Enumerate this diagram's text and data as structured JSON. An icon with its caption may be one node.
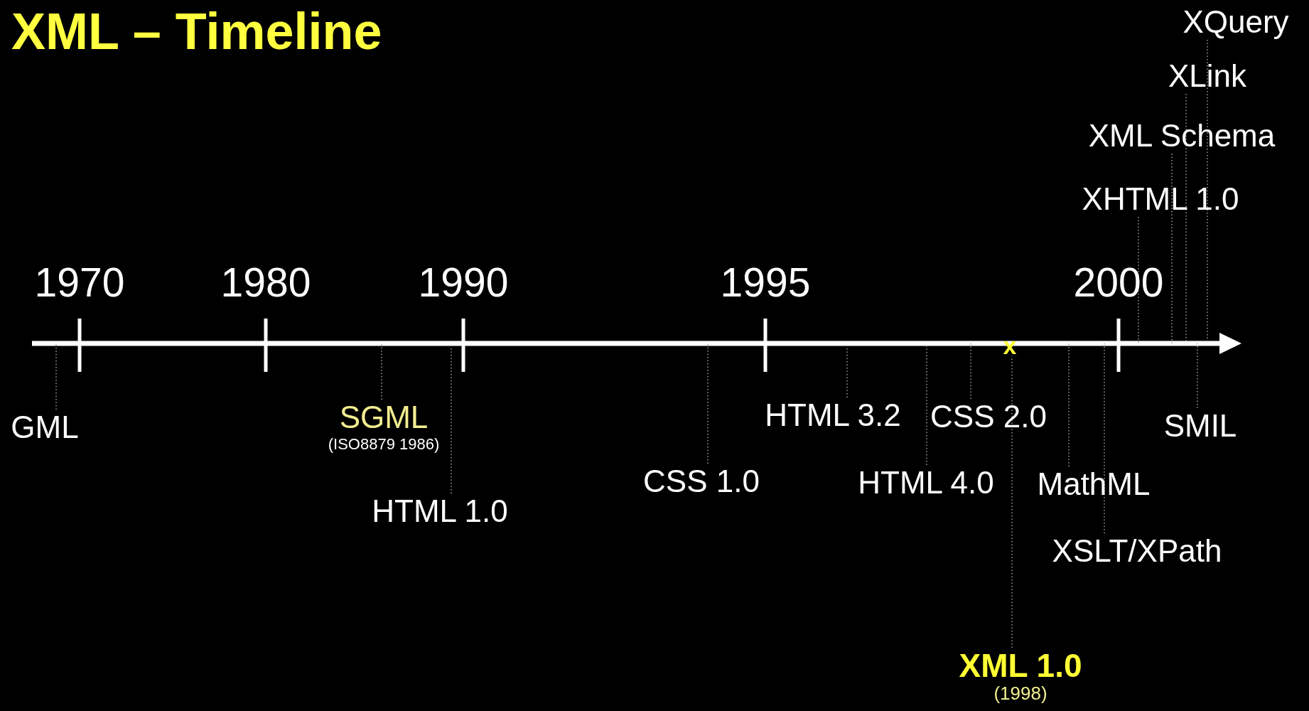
{
  "diagram": {
    "title": "XML – Timeline",
    "nodes": [
      {
        "text": [
          "GML"
        ]
      },
      {
        "text": [
          "SGML",
          "(ISO8879 1986)"
        ]
      },
      {
        "text": [
          "HTML 1.0"
        ]
      },
      {
        "text": [
          "CSS 1.0"
        ]
      },
      {
        "text": [
          "HTML 3.2"
        ]
      },
      {
        "text": [
          "HTML 4.0"
        ]
      },
      {
        "text": [
          "CSS 2.0"
        ]
      },
      {
        "text": [
          "x"
        ]
      },
      {
        "text": [
          "XML 1.0",
          "(1998)"
        ]
      },
      {
        "text": [
          "MathML"
        ]
      },
      {
        "text": [
          "XSLT/XPath"
        ]
      },
      {
        "text": [
          "XHTML 1.0"
        ]
      },
      {
        "text": [
          "XML Schema"
        ]
      },
      {
        "text": [
          "XLink"
        ]
      },
      {
        "text": [
          "XQuery"
        ]
      },
      {
        "text": [
          "SMIL"
        ]
      }
    ],
    "edges": [
      {
        "from": 0,
        "to": null,
        "arrow": "none"
      },
      {
        "from": 1,
        "to": null,
        "arrow": "none"
      },
      {
        "from": 2,
        "to": null,
        "arrow": "none"
      },
      {
        "from": 3,
        "to": null,
        "arrow": "none"
      },
      {
        "from": 4,
        "to": null,
        "arrow": "none"
      },
      {
        "from": 5,
        "to": null,
        "arrow": "none"
      },
      {
        "from": 6,
        "to": null,
        "arrow": "none"
      },
      {
        "from": 8,
        "to": 7,
        "arrow": "none"
      },
      {
        "from": 9,
        "to": null,
        "arrow": "none"
      },
      {
        "from": 10,
        "to": null,
        "arrow": "none"
      },
      {
        "from": 11,
        "to": null,
        "arrow": "none"
      },
      {
        "from": 12,
        "to": null,
        "arrow": "none"
      },
      {
        "from": 13,
        "to": null,
        "arrow": "none"
      },
      {
        "from": 14,
        "to": null,
        "arrow": "none"
      },
      {
        "from": 15,
        "to": null,
        "arrow": "none"
      }
    ],
    "labels": [
      "1970",
      "1980",
      "1990",
      "1995",
      "2000"
    ]
  }
}
